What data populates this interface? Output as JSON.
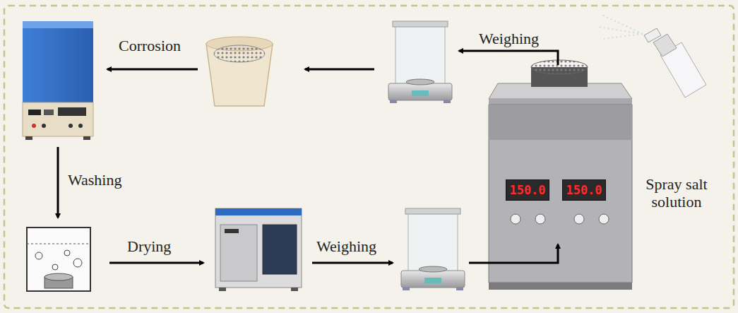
{
  "diagram": {
    "nodes": [
      {
        "text": [
          "150.0"
        ]
      },
      {
        "text": [
          "150.0"
        ]
      }
    ],
    "labels": [
      "Corrosion",
      "Weighing",
      "Washing",
      "Drying",
      "Weighing",
      "Spray salt solution"
    ]
  }
}
